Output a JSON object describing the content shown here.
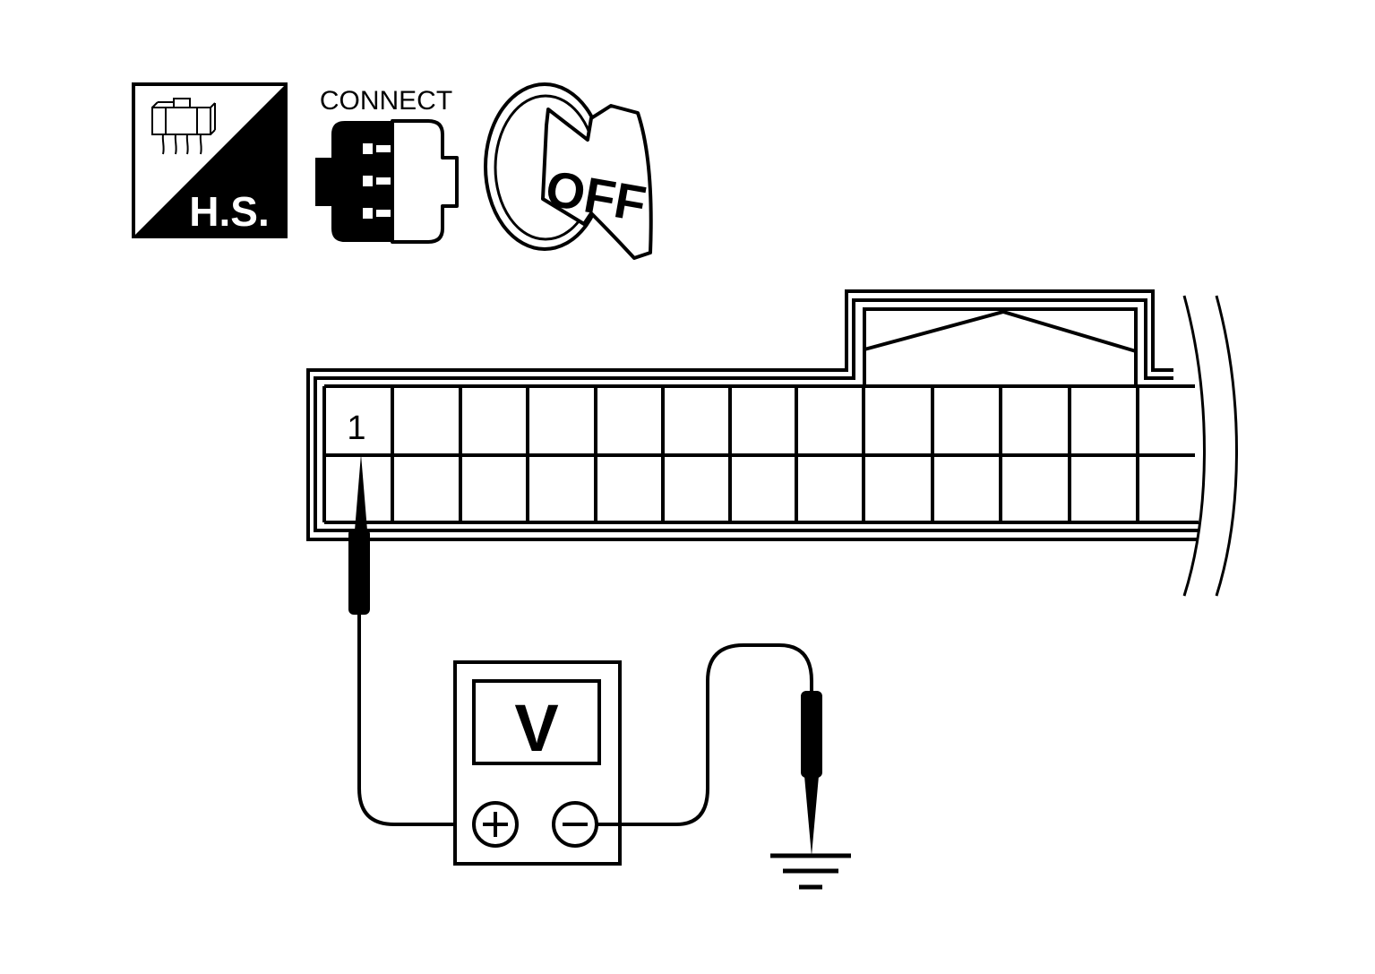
{
  "icons": {
    "harness_side": {
      "label": "H.S."
    },
    "connector": {
      "label": "CONNECT"
    },
    "ignition": {
      "label": "OFF"
    }
  },
  "connector": {
    "pin_label": "1",
    "upper_cavities": 13,
    "lower_cavities": 13
  },
  "meter": {
    "display": "V",
    "positive_symbol": "+",
    "negative_symbol": "−"
  },
  "colors": {
    "ink": "#000000",
    "paper": "#ffffff"
  }
}
